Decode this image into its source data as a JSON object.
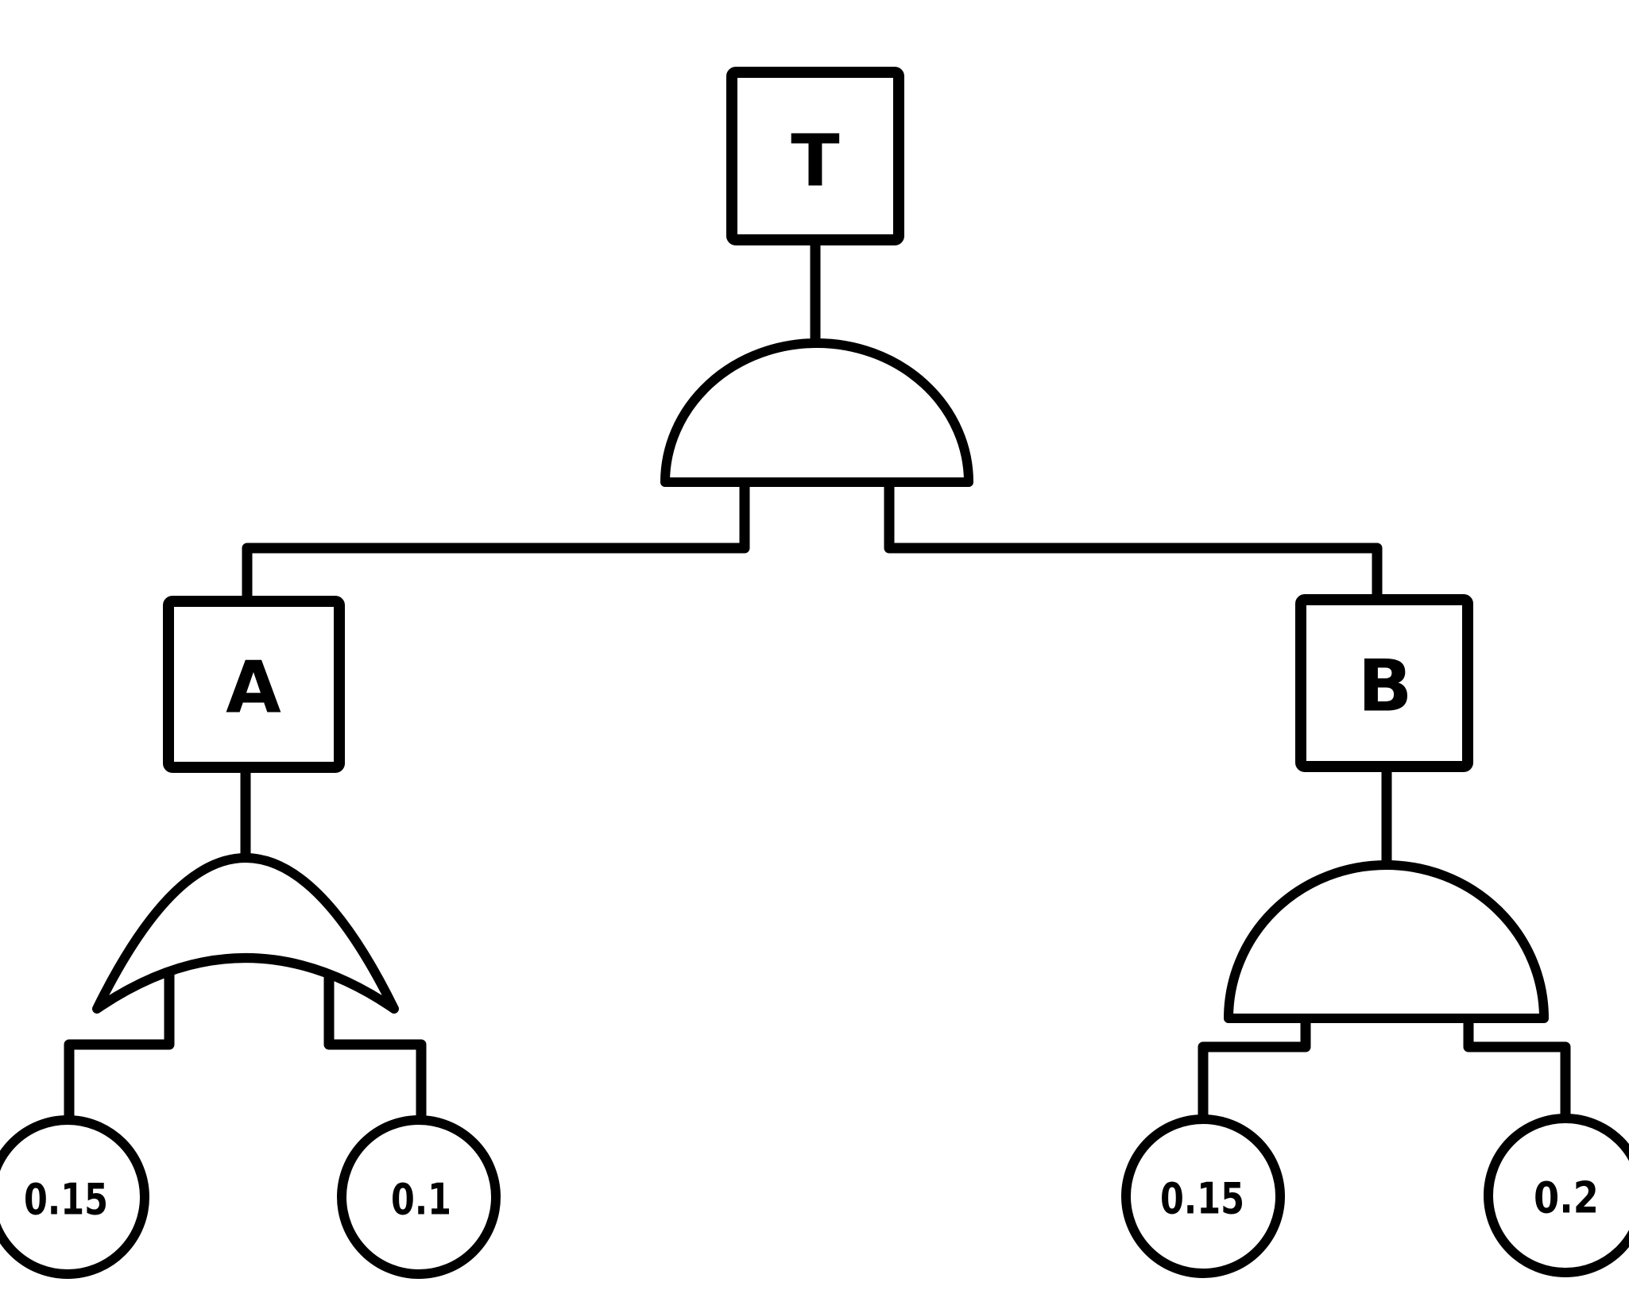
{
  "diagram": {
    "type": "fault-tree",
    "background_color": "#ffffff",
    "line_color": "#000000",
    "top_event": {
      "id": "T",
      "label": "T",
      "shape": "rectangle"
    },
    "top_gate": {
      "type": "AND",
      "inputs": [
        "A",
        "B"
      ]
    },
    "branches": [
      {
        "event": {
          "id": "A",
          "label": "A",
          "shape": "rectangle"
        },
        "gate": {
          "type": "OR"
        },
        "basic_events": [
          {
            "probability": "0.15",
            "shape": "circle"
          },
          {
            "probability": "0.1",
            "shape": "circle"
          }
        ]
      },
      {
        "event": {
          "id": "B",
          "label": "B",
          "shape": "rectangle"
        },
        "gate": {
          "type": "AND"
        },
        "basic_events": [
          {
            "probability": "0.15",
            "shape": "circle"
          },
          {
            "probability": "0.2",
            "shape": "circle"
          }
        ]
      }
    ]
  }
}
